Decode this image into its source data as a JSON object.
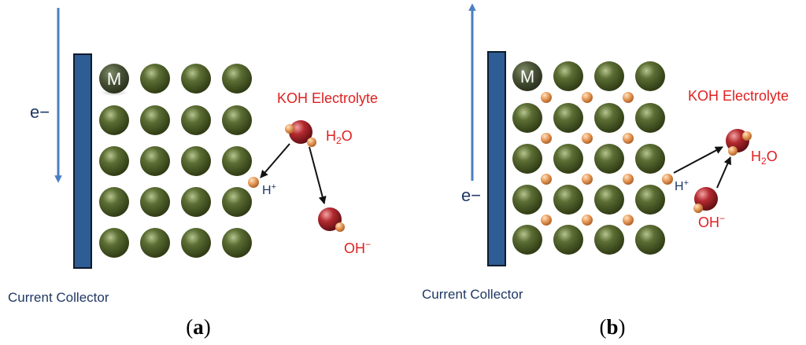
{
  "panels": [
    {
      "electrolyte_label": "KOH Electrolyte",
      "electron_label": "e−",
      "electron_direction": "down",
      "collector_label": "Current Collector",
      "metal_label": "M",
      "water_label": "H",
      "water_sub": "2",
      "water_tail": "O",
      "proton_label": "H",
      "proton_sup": "+",
      "hydroxide_label": "OH",
      "hydroxide_sup": "−",
      "caption_open": "(",
      "caption_letter": "a",
      "caption_close": ")"
    },
    {
      "electrolyte_label": "KOH Electrolyte",
      "electron_label": "e−",
      "electron_direction": "up",
      "collector_label": "Current Collector",
      "metal_label": "M",
      "water_label": "H",
      "water_sub": "2",
      "water_tail": "O",
      "proton_label": "H",
      "proton_sup": "+",
      "hydroxide_label": "OH",
      "hydroxide_sup": "−",
      "caption_open": "(",
      "caption_letter": "b",
      "caption_close": ")"
    }
  ],
  "colors": {
    "electron_arrow": "#4a7fc1",
    "collector_fill": "#2e5c94",
    "collector_stroke": "#0d1a2b",
    "metal_atom": "#4e5e2c",
    "hydrogen_atom": "#e0904c",
    "oxygen_atom": "#b32a30",
    "electrolyte_text": "#e02020",
    "collector_text": "#1f3864",
    "reaction_arrow": "#111111"
  }
}
